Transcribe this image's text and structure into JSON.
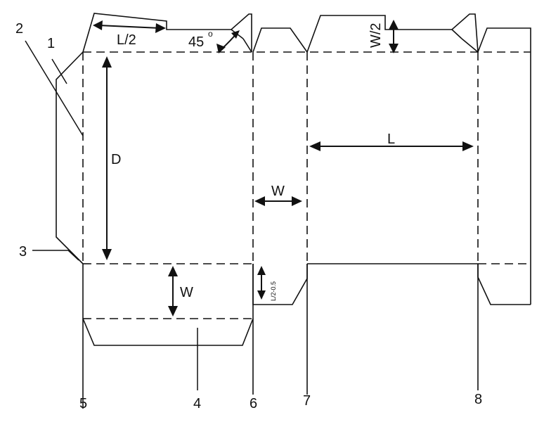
{
  "callouts": [
    "1",
    "2",
    "3",
    "4",
    "5",
    "6",
    "7",
    "8"
  ],
  "dimensions": {
    "half_length": "L/2",
    "angle": "45",
    "degree": "o",
    "half_width": "W/2",
    "depth": "D",
    "length": "L",
    "width_side": "W",
    "width_bottom": "W",
    "half_length_minus": "L/2-0.5"
  }
}
